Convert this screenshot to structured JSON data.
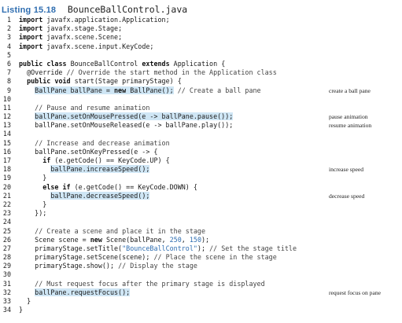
{
  "listing": {
    "label": "Listing 15.18",
    "filename": "BounceBallControl.java"
  },
  "code_lines": [
    {
      "n": "1",
      "segments": [
        {
          "t": "import",
          "c": "kw"
        },
        {
          "t": " javafx.application.Application;"
        }
      ]
    },
    {
      "n": "2",
      "segments": [
        {
          "t": "import",
          "c": "kw"
        },
        {
          "t": " javafx.stage.Stage;"
        }
      ]
    },
    {
      "n": "3",
      "segments": [
        {
          "t": "import",
          "c": "kw"
        },
        {
          "t": " javafx.scene.Scene;"
        }
      ]
    },
    {
      "n": "4",
      "segments": [
        {
          "t": "import",
          "c": "kw"
        },
        {
          "t": " javafx.scene.input.KeyCode;"
        }
      ]
    },
    {
      "n": "5",
      "segments": []
    },
    {
      "n": "6",
      "segments": [
        {
          "t": "public",
          "c": "kw"
        },
        {
          "t": " "
        },
        {
          "t": "class",
          "c": "kw"
        },
        {
          "t": " BounceBallControl "
        },
        {
          "t": "extends",
          "c": "kw"
        },
        {
          "t": " Application {"
        }
      ]
    },
    {
      "n": "7",
      "segments": [
        {
          "t": "  @Override "
        },
        {
          "t": "// Override the start method in the Application class",
          "c": "cm"
        }
      ]
    },
    {
      "n": "8",
      "segments": [
        {
          "t": "  "
        },
        {
          "t": "public",
          "c": "kw"
        },
        {
          "t": " "
        },
        {
          "t": "void",
          "c": "kw"
        },
        {
          "t": " start(Stage primaryStage) {"
        }
      ]
    },
    {
      "n": "9",
      "segments": [
        {
          "t": "    "
        },
        {
          "t": "BallPane ballPane = ",
          "c": "hl"
        },
        {
          "t": "new",
          "c": "kw hl"
        },
        {
          "t": " BallPane();",
          "c": "hl"
        },
        {
          "t": " "
        },
        {
          "t": "// Create a ball pane",
          "c": "cm"
        }
      ]
    },
    {
      "n": "10",
      "segments": []
    },
    {
      "n": "11",
      "segments": [
        {
          "t": "    "
        },
        {
          "t": "// Pause and resume animation",
          "c": "cm"
        }
      ]
    },
    {
      "n": "12",
      "segments": [
        {
          "t": "    "
        },
        {
          "t": "ballPane.setOnMousePressed(e -> ballPane.pause());",
          "c": "hl"
        }
      ]
    },
    {
      "n": "13",
      "segments": [
        {
          "t": "    ballPane.setOnMouseReleased(e -> ballPane.play());"
        }
      ]
    },
    {
      "n": "14",
      "segments": []
    },
    {
      "n": "15",
      "segments": [
        {
          "t": "    "
        },
        {
          "t": "// Increase and decrease animation",
          "c": "cm"
        }
      ]
    },
    {
      "n": "16",
      "segments": [
        {
          "t": "    ballPane.setOnKeyPressed(e -> {"
        }
      ]
    },
    {
      "n": "17",
      "segments": [
        {
          "t": "      "
        },
        {
          "t": "if",
          "c": "kw"
        },
        {
          "t": " (e.getCode() == KeyCode.UP) {"
        }
      ]
    },
    {
      "n": "18",
      "segments": [
        {
          "t": "        "
        },
        {
          "t": "ballPane.increaseSpeed();",
          "c": "hl"
        }
      ]
    },
    {
      "n": "19",
      "segments": [
        {
          "t": "      }"
        }
      ]
    },
    {
      "n": "20",
      "segments": [
        {
          "t": "      "
        },
        {
          "t": "else",
          "c": "kw"
        },
        {
          "t": " "
        },
        {
          "t": "if",
          "c": "kw"
        },
        {
          "t": " (e.getCode() == KeyCode.DOWN) {"
        }
      ]
    },
    {
      "n": "21",
      "segments": [
        {
          "t": "        "
        },
        {
          "t": "ballPane.decreaseSpeed();",
          "c": "hl"
        }
      ]
    },
    {
      "n": "22",
      "segments": [
        {
          "t": "      }"
        }
      ]
    },
    {
      "n": "23",
      "segments": [
        {
          "t": "    });"
        }
      ]
    },
    {
      "n": "24",
      "segments": []
    },
    {
      "n": "25",
      "segments": [
        {
          "t": "    "
        },
        {
          "t": "// Create a scene and place it in the stage",
          "c": "cm"
        }
      ]
    },
    {
      "n": "26",
      "segments": [
        {
          "t": "    Scene scene = "
        },
        {
          "t": "new",
          "c": "kw"
        },
        {
          "t": " Scene(ballPane, "
        },
        {
          "t": "250",
          "c": "nm"
        },
        {
          "t": ", "
        },
        {
          "t": "150",
          "c": "nm"
        },
        {
          "t": ");"
        }
      ]
    },
    {
      "n": "27",
      "segments": [
        {
          "t": "    primaryStage.setTitle("
        },
        {
          "t": "\"BounceBallControl\"",
          "c": "st"
        },
        {
          "t": "); "
        },
        {
          "t": "// Set the stage title",
          "c": "cm"
        }
      ]
    },
    {
      "n": "28",
      "segments": [
        {
          "t": "    primaryStage.setScene(scene); "
        },
        {
          "t": "// Place the scene in the stage",
          "c": "cm"
        }
      ]
    },
    {
      "n": "29",
      "segments": [
        {
          "t": "    primaryStage.show(); "
        },
        {
          "t": "// Display the stage",
          "c": "cm"
        }
      ]
    },
    {
      "n": "30",
      "segments": []
    },
    {
      "n": "31",
      "segments": [
        {
          "t": "    "
        },
        {
          "t": "// Must request focus after the primary stage is displayed",
          "c": "cm"
        }
      ]
    },
    {
      "n": "32",
      "segments": [
        {
          "t": "    "
        },
        {
          "t": "ballPane.requestFocus();",
          "c": "hl"
        }
      ]
    },
    {
      "n": "33",
      "segments": [
        {
          "t": "  }"
        }
      ]
    },
    {
      "n": "34",
      "segments": [
        {
          "t": "}"
        }
      ]
    }
  ],
  "annotations": [
    {
      "line": 9,
      "text": "create a ball pane"
    },
    {
      "line": 12,
      "text": "pause animation"
    },
    {
      "line": 13,
      "text": "resume animation"
    },
    {
      "line": 18,
      "text": "increase speed"
    },
    {
      "line": 21,
      "text": "decrease speed"
    },
    {
      "line": 32,
      "text": "request focus on pane"
    }
  ],
  "colors": {
    "accent": "#2e6db0",
    "highlight": "#cfe6f5"
  }
}
